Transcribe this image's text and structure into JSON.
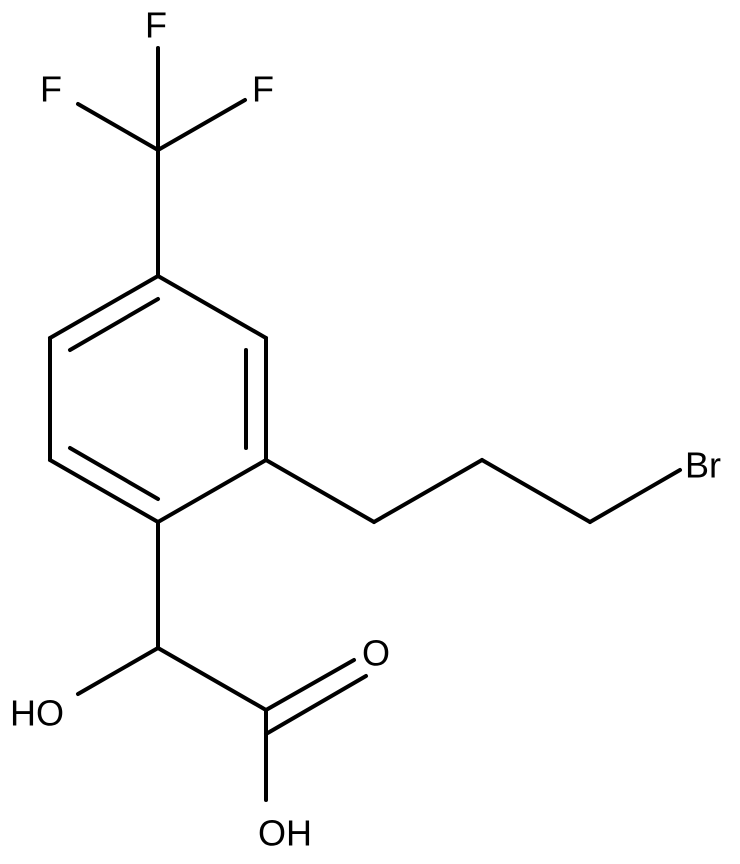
{
  "molecule": {
    "labels": {
      "f_top": "F",
      "f_left": "F",
      "f_right": "F",
      "br": "Br",
      "o_carbonyl": "O",
      "oh_hydroxy": "HO",
      "oh_acid": "OH"
    }
  },
  "colors": {
    "bond": "#000000",
    "text": "#000000",
    "background": "#ffffff"
  }
}
